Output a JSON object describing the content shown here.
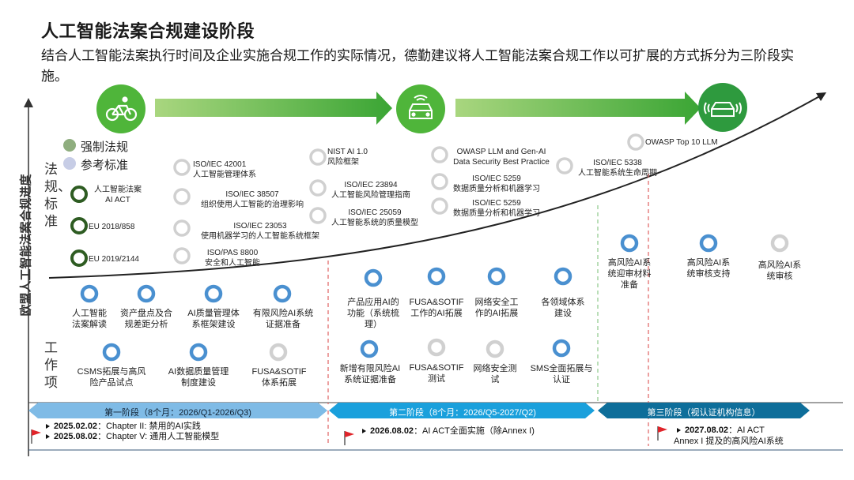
{
  "header": {
    "title": "人工智能法案合规建设阶段",
    "intro": "结合人工智能法案执行时间及企业实施合规工作的实际情况，德勤建议将人工智能法案合规工作以可扩展的方式拆分为三阶段实施。"
  },
  "axis": {
    "y_label": "欧盟人工智能法案合规进度",
    "reg_section": "法规、标准",
    "work_section": "工作项"
  },
  "legend": {
    "mandatory": "强制法规",
    "reference": "参考标准",
    "mandatory_color": "#8fae7f",
    "reference_color": "#c7cde6"
  },
  "icons": {
    "stage1": "bicycle-icon",
    "stage2": "car-icon",
    "stage3": "autonomous-car-icon"
  },
  "regulations": [
    {
      "label": "人工智能法案\nAI ACT"
    },
    {
      "label": "EU 2018/858"
    },
    {
      "label": "EU 2019/2144"
    }
  ],
  "standards": [
    {
      "title": "ISO/IEC 42001",
      "subtitle": "人工智能管理体系"
    },
    {
      "title": "ISO/IEC 38507",
      "subtitle": "组织使用人工智能的治理影响"
    },
    {
      "title": "ISO/IEC 23053",
      "subtitle": "使用机器学习的人工智能系统框架"
    },
    {
      "title": "ISO/PAS 8800",
      "subtitle": "安全和人工智能"
    },
    {
      "title": "NIST AI 1.0",
      "subtitle": "风险框架"
    },
    {
      "title": "ISO/IEC 23894",
      "subtitle": "人工智能风险管理指南"
    },
    {
      "title": "ISO/IEC 25059",
      "subtitle": "人工智能系统的质量模型"
    },
    {
      "title": "OWASP LLM and Gen-AI",
      "subtitle": "Data Security Best Practice"
    },
    {
      "title": "ISO/IEC 5259",
      "subtitle": "数据质量分析和机器学习"
    },
    {
      "title": "ISO/IEC 5259",
      "subtitle": "数据质量分析和机器学习"
    },
    {
      "title": "ISO/IEC 5338",
      "subtitle": "人工智能系统生命周期"
    },
    {
      "title": "OWASP Top 10 LLM",
      "subtitle": ""
    }
  ],
  "work_items": [
    {
      "label": "人工智能\n法案解读"
    },
    {
      "label": "资产盘点及合\n规差距分析"
    },
    {
      "label": "AI质量管理体\n系框架建设"
    },
    {
      "label": "有限风险AI系统\n证据准备"
    },
    {
      "label": "CSMS拓展与高风\n险产品试点"
    },
    {
      "label": "AI数据质量管理\n制度建设"
    },
    {
      "label": "FUSA&SOTIF\n体系拓展"
    },
    {
      "label": "产品应用AI的\n功能（系统梳\n理）"
    },
    {
      "label": "FUSA&SOTIF\n工作的AI拓展"
    },
    {
      "label": "网络安全工\n作的AI拓展"
    },
    {
      "label": "各领域体系\n建设"
    },
    {
      "label": "新增有限风险AI\n系统证据准备"
    },
    {
      "label": "FUSA&SOTIF\n测试"
    },
    {
      "label": "网络安全测\n试"
    },
    {
      "label": "SMS全面拓展与\n认证"
    },
    {
      "label": "高风险AI系\n统迎审材料\n准备"
    },
    {
      "label": "高风险AI系\n统审核支持"
    },
    {
      "label": "高风险AI系\n统审核"
    }
  ],
  "phases": [
    {
      "label": "第一阶段（8个月：2026/Q1-2026/Q3)",
      "color": "#6fb0e3"
    },
    {
      "label": "第二阶段（8个月：2026/Q5-2027/Q2)",
      "color": "#1aa0dc"
    },
    {
      "label": "第三阶段（视认证机构信息）",
      "color": "#0e6e9a"
    }
  ],
  "milestones": [
    {
      "date": "2025.02.02",
      "text": "：Chapter II: 禁用的AI实践"
    },
    {
      "date": "2025.08.02",
      "text": "：Chapter V: 通用人工智能模型"
    },
    {
      "date": "2026.08.02",
      "text": "：AI ACT全面实施（除Annex I)"
    },
    {
      "date": "2027.08.02",
      "text": "：AI ACT"
    },
    {
      "date": "",
      "text": "Annex I 提及的高风险AI系统"
    }
  ],
  "colors": {
    "stage_green": "#3ca535",
    "arrow_green": "#4fb53a",
    "ring_blue": "#4a90d0",
    "ring_gray": "#d0d0d0",
    "reg_ring": "#2e5c22",
    "flag_red": "#e0242a"
  }
}
